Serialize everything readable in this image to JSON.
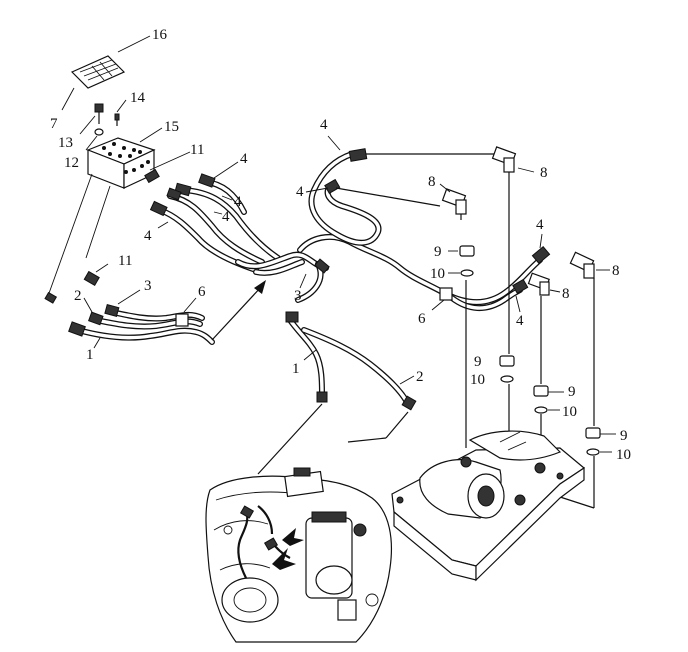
{
  "callouts": [
    {
      "id": "c16",
      "text": "16"
    },
    {
      "id": "c7",
      "text": "7"
    },
    {
      "id": "c14",
      "text": "14"
    },
    {
      "id": "c13",
      "text": "13"
    },
    {
      "id": "c15",
      "text": "15"
    },
    {
      "id": "c12",
      "text": "12"
    },
    {
      "id": "c11a",
      "text": "11"
    },
    {
      "id": "c4a",
      "text": "4"
    },
    {
      "id": "c4b",
      "text": "4"
    },
    {
      "id": "c4c",
      "text": "4"
    },
    {
      "id": "c4d",
      "text": "4"
    },
    {
      "id": "c4e",
      "text": "4"
    },
    {
      "id": "c4f",
      "text": "4"
    },
    {
      "id": "c4g",
      "text": "4"
    },
    {
      "id": "c4h",
      "text": "4"
    },
    {
      "id": "c8a",
      "text": "8"
    },
    {
      "id": "c8b",
      "text": "8"
    },
    {
      "id": "c8c",
      "text": "8"
    },
    {
      "id": "c8d",
      "text": "8"
    },
    {
      "id": "c9a",
      "text": "9"
    },
    {
      "id": "c10a",
      "text": "10"
    },
    {
      "id": "c11b",
      "text": "11"
    },
    {
      "id": "c2a",
      "text": "2"
    },
    {
      "id": "c3a",
      "text": "3"
    },
    {
      "id": "c6a",
      "text": "6"
    },
    {
      "id": "c1a",
      "text": "1"
    },
    {
      "id": "c3b",
      "text": "3"
    },
    {
      "id": "c6b",
      "text": "6"
    },
    {
      "id": "c1b",
      "text": "1"
    },
    {
      "id": "c2b",
      "text": "2"
    },
    {
      "id": "c9b",
      "text": "9"
    },
    {
      "id": "c10b",
      "text": "10"
    },
    {
      "id": "c9c",
      "text": "9"
    },
    {
      "id": "c10c",
      "text": "10"
    },
    {
      "id": "c9d",
      "text": "9"
    },
    {
      "id": "c10d",
      "text": "10"
    }
  ]
}
